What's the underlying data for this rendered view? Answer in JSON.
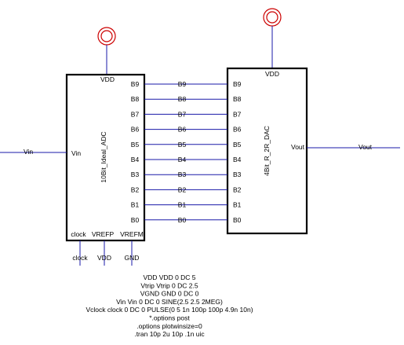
{
  "colors": {
    "wire": "#1a1aa8",
    "box": "#000000",
    "symbol": "#cc0000",
    "background": "#ffffff"
  },
  "adc": {
    "name": "10Bit_Ideal_ADC",
    "supply_label": "VDD",
    "input_pin": "Vin",
    "output_pins": [
      "B9",
      "B8",
      "B7",
      "B6",
      "B5",
      "B4",
      "B3",
      "B2",
      "B1",
      "B0"
    ],
    "bottom_pins": [
      "clock",
      "VREFP",
      "VREFM"
    ]
  },
  "dac": {
    "name": "4Bit_R_2R_DAC",
    "supply_label": "VDD",
    "input_pins": [
      "B9",
      "B8",
      "B7",
      "B6",
      "B5",
      "B4",
      "B3",
      "B2",
      "B1",
      "B0"
    ],
    "output_pin": "Vout"
  },
  "nets": {
    "bus_labels": [
      "B9",
      "B8",
      "B7",
      "B6",
      "B5",
      "B4",
      "B3",
      "B2",
      "B1",
      "B0"
    ],
    "vin": "Vin",
    "vout": "Vout",
    "bottom_labels": [
      "clock",
      "VDD",
      "GND"
    ]
  },
  "spice_commands": [
    "VDD VDD 0 DC 5",
    "Vtrip Vtrip 0 DC 2.5",
    "VGND GND 0 DC 0",
    "Vin Vin 0 DC 0 SINE(2.5 2.5 2MEG)",
    "Vclock clock 0 DC 0 PULSE(0 5 1n 100p 100p 4.9n 10n)",
    "*.options post",
    ".options plotwinsize=0",
    ".tran 10p 2u 10p .1n uic"
  ]
}
